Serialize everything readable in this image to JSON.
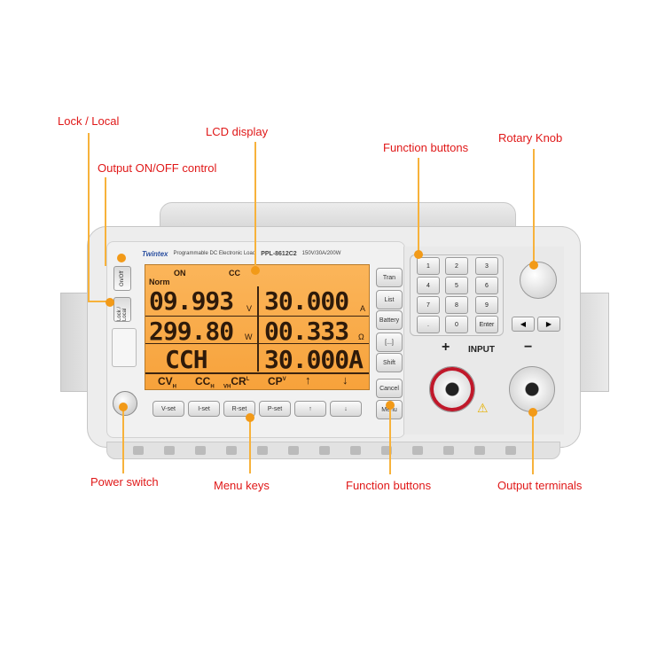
{
  "callouts": {
    "lock_local": "Lock / Local",
    "lcd_display": "LCD display",
    "output_onoff": "Output ON/OFF control",
    "function_buttons_top": "Function buttons",
    "rotary_knob": "Rotary Knob",
    "power_switch": "Power switch",
    "menu_keys": "Menu keys",
    "function_buttons_bottom": "Function buttons",
    "output_terminals": "Output terminals"
  },
  "device": {
    "brand": "Twintex",
    "title": "Programmable DC Electronic Load",
    "model": "PPL-8612C2",
    "rating": "150V/30A/200W",
    "left_buttons": {
      "onoff": "On/Off",
      "lock_local": "Lock / Local"
    },
    "lcd": {
      "status_on": "ON",
      "status_cc": "CC",
      "status_norm": "Norm",
      "voltage": "09.993",
      "voltage_unit": "V",
      "current": "30.000",
      "current_unit": "A",
      "power": "299.80",
      "power_unit": "W",
      "resistance": "00.333",
      "resistance_unit": "Ω",
      "mode": "CCH",
      "setpoint": "30.000A",
      "menu_cv": "CV",
      "menu_cv_sub": "H",
      "menu_cc": "CC",
      "menu_cc_sub": "H",
      "menu_cr_pre": "VH",
      "menu_cr": "CR",
      "menu_cr_sup": "L",
      "menu_cp": "CP",
      "menu_cp_sup": "V",
      "menu_up": "↑",
      "menu_down": "↓"
    },
    "menu_keys": [
      "V-set",
      "I-set",
      "R-set",
      "P-set",
      "↑",
      "↓"
    ],
    "function_column": [
      "Tran",
      "List",
      "Battery",
      "[...]",
      "Shift",
      "Cancel",
      "Menu"
    ],
    "keypad": [
      "1",
      "2",
      "3",
      "4",
      "5",
      "6",
      "7",
      "8",
      "9",
      ".",
      "0",
      "Enter"
    ],
    "arrows": [
      "◀",
      "▶"
    ],
    "input_label": "INPUT",
    "plus": "+",
    "minus": "−"
  }
}
